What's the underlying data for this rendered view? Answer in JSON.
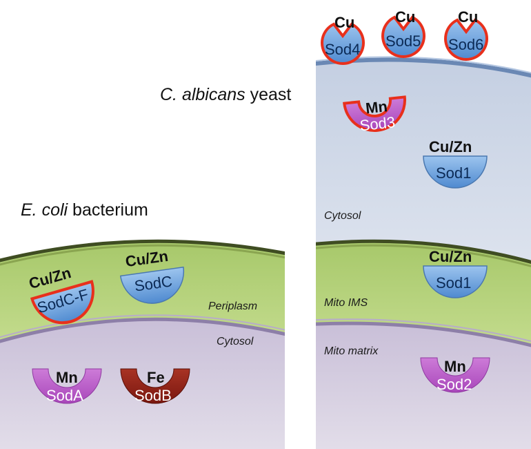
{
  "ecoli": {
    "title_italic": "E. coli",
    "title_rest": " bacterium",
    "periplasm_label": "Periplasm",
    "cytosol_label": "Cytosol",
    "enzymes": [
      {
        "metal": "Cu/Zn",
        "name": "SodC-F"
      },
      {
        "metal": "Cu/Zn",
        "name": "SodC"
      },
      {
        "metal": "Mn",
        "name": "SodA"
      },
      {
        "metal": "Fe",
        "name": "SodB"
      }
    ]
  },
  "calbicans": {
    "title_italic": "C. albicans",
    "title_rest": " yeast",
    "cytosol_label": "Cytosol",
    "ims_label": "Mito IMS",
    "matrix_label": "Mito matrix",
    "enzymes": [
      {
        "metal": "Cu",
        "name": "Sod4"
      },
      {
        "metal": "Cu",
        "name": "Sod5"
      },
      {
        "metal": "Cu",
        "name": "Sod6"
      },
      {
        "metal": "Mn",
        "name": "Sod3"
      },
      {
        "metal": "Cu/Zn",
        "name": "Sod1"
      },
      {
        "metal": "Cu/Zn",
        "name": "Sod1"
      },
      {
        "metal": "Mn",
        "name": "Sod2"
      }
    ]
  },
  "colors": {
    "periplasm": "#b4cf7a",
    "cytosol_purple": "#cfc6dc",
    "yeast_cytosol": "#d2dae8",
    "membrane_dark": "#4a5a2a",
    "cu_enzyme": "#6aa2dc",
    "mn_enzyme": "#b85cc9",
    "fe_enzyme": "#8e1f14",
    "highlight_outline": "#e8301c"
  }
}
